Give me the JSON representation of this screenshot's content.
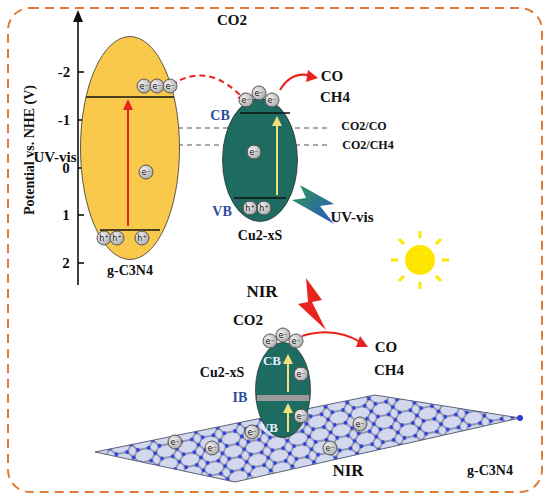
{
  "diagram": {
    "nodes": [
      {
        "text": [
          "g-C3N4"
        ]
      },
      {
        "text": [
          "CB",
          "VB",
          "Cu2-xS"
        ]
      },
      {
        "text": [
          "Cu2-xS",
          "CB",
          "IB",
          "VB"
        ]
      }
    ],
    "edges": [
      {
        "from": 0,
        "to": 1,
        "arrow": "to"
      }
    ],
    "labels": [
      "Potential vs. NHE (V)",
      "-2",
      "-1",
      "0",
      "1",
      "2",
      "CO2",
      "CO",
      "CH4",
      "CO2/CO",
      "CO2/CH4",
      "UV-vis",
      "UV-vis",
      "NIR",
      "CO2",
      "CO",
      "CH4",
      "NIR",
      "g-C3N4",
      "e⁻",
      "e⁻",
      "e⁻",
      "e⁻",
      "h⁺",
      "h⁺",
      "h⁺",
      "e⁻",
      "e⁻",
      "e⁻",
      "e⁻",
      "h⁺",
      "h⁺",
      "e⁻",
      "e⁻",
      "e⁻",
      "e⁻",
      "e⁻",
      "e⁻",
      "e⁻",
      "e⁻",
      "e⁻",
      "e⁻"
    ]
  }
}
